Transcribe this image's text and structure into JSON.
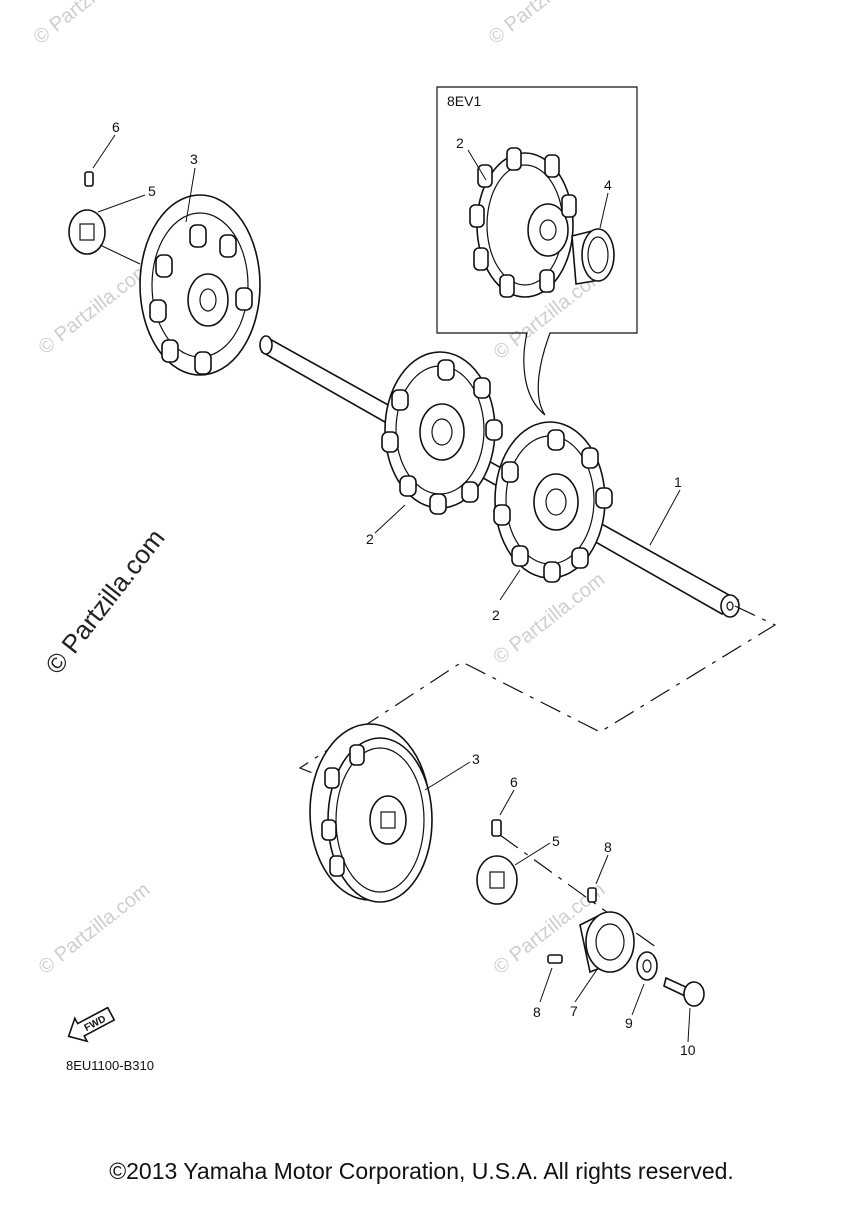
{
  "inset": {
    "label": "8EV1"
  },
  "callouts": {
    "c1": "1",
    "c2a": "2",
    "c2b": "2",
    "c2c": "2",
    "c3a": "3",
    "c3b": "3",
    "c4": "4",
    "c5a": "5",
    "c5b": "5",
    "c6a": "6",
    "c6b": "6",
    "c7": "7",
    "c8a": "8",
    "c8b": "8",
    "c9": "9",
    "c10": "10"
  },
  "fwd": {
    "label": "FWD"
  },
  "diagram_code": "8EU1100-B310",
  "watermark": {
    "text": "© Partzilla.com"
  },
  "copyright": "©2013 Yamaha Motor Corporation, U.S.A. All rights reserved."
}
